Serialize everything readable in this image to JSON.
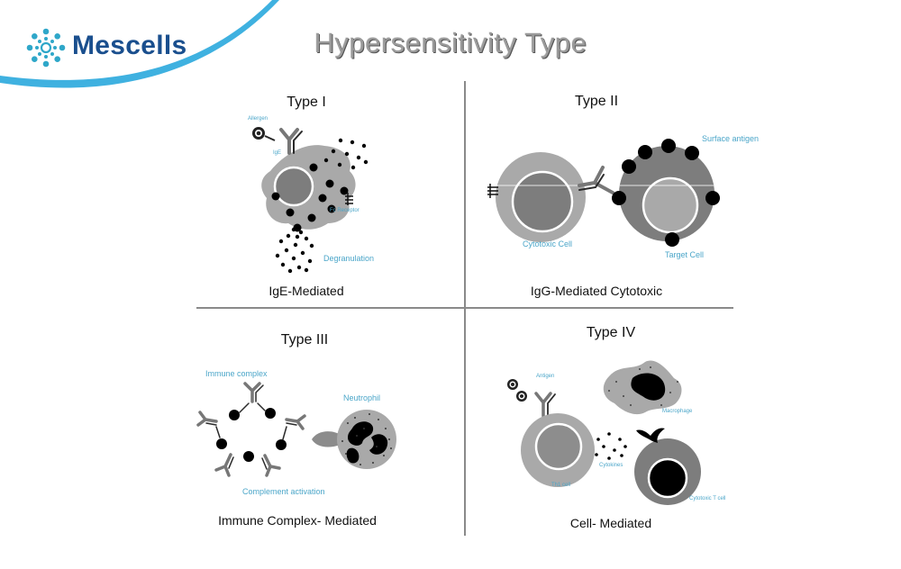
{
  "brand": {
    "name": "Mescells"
  },
  "title": "Hypersensitivity Type",
  "quadrants": {
    "type1": {
      "title": "Type I",
      "caption": "IgE-Mediated",
      "labels": {
        "allergen": "Allergen",
        "ige": "IgE",
        "fc_receptor": "Fc Receptor",
        "degranulation": "Degranulation"
      }
    },
    "type2": {
      "title": "Type II",
      "caption": "IgG-Mediated Cytotoxic",
      "labels": {
        "surface_antigen": "Surface antigen",
        "cytotoxic_cell": "Cytotoxic Cell",
        "target_cell": "Target Cell"
      }
    },
    "type3": {
      "title": "Type III",
      "caption": "Immune Complex- Mediated",
      "labels": {
        "immune_complex": "Immune complex",
        "neutrophil": "Neutrophil",
        "complement_activation": "Complement activation"
      }
    },
    "type4": {
      "title": "Type IV",
      "caption": "Cell- Mediated",
      "labels": {
        "antigen": "Antigen",
        "macrophage": "Macrophage",
        "cytokines": "Cytokines",
        "th1_cell": "Th1 cell",
        "cytotoxic_t_cell": "Cytotoxic T cell"
      }
    }
  },
  "colors": {
    "brand_blue": "#1a4f8e",
    "swoosh": "#3fb1e0",
    "label_blue": "#4ba6c9",
    "cell_light": "#a9a9a9",
    "cell_mid": "#7d7d7d",
    "cell_dark": "#505050"
  }
}
